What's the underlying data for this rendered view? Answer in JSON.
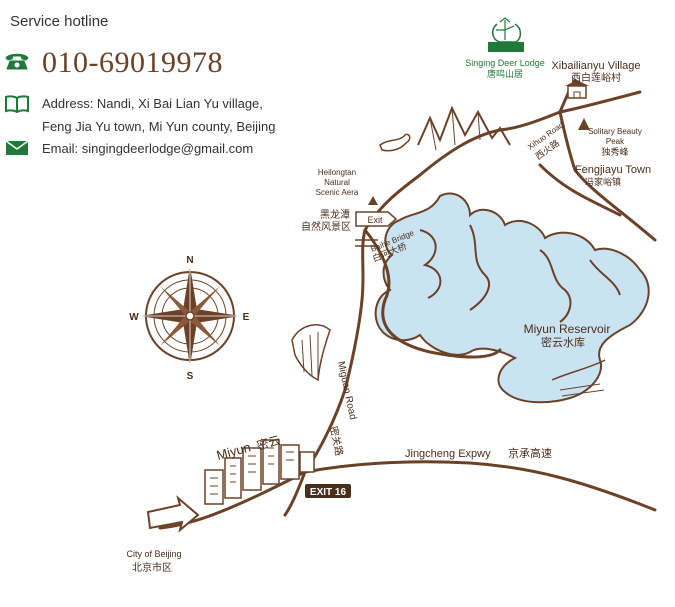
{
  "contact": {
    "hotline_title": "Service hotline",
    "phone": "010-69019978",
    "address_line1": "Address: Nandi, Xi Bai Lian Yu village,",
    "address_line2": "Feng Jia Yu town, Mi Yun county, Beijing",
    "email": "Email:   singingdeerlodge@gmail.com",
    "icons": {
      "phone": "telephone-icon",
      "address": "book-icon",
      "email": "envelope-icon"
    },
    "colors": {
      "icon": "#1f7a3a",
      "phone_text": "#6b4228"
    }
  },
  "map": {
    "colors": {
      "road": "#6b4228",
      "water": "#c9e3f2",
      "text": "#6b4228"
    },
    "compass": {
      "n": "N",
      "s": "S",
      "e": "E",
      "w": "W"
    },
    "labels": {
      "lodge_en": "Singing Deer Lodge",
      "lodge_zh": "唐鸣山居",
      "xibailianyu_en": "Xibailianyu Village",
      "xibailianyu_zh": "西白莲峪村",
      "xihuo_road_en": "Xihuo Road",
      "xihuo_road_zh": "西火路",
      "solitary_en_1": "Solitary Beauty",
      "solitary_en_2": "Peak",
      "solitary_zh": "独秀峰",
      "fengjiayu_en": "Fengjiayu Town",
      "fengjiayu_zh": "冯家峪镇",
      "heilongtan_en_1": "Heilongtan",
      "heilongtan_en_2": "Natural",
      "heilongtan_en_3": "Scenic Aera",
      "heilongtan_zh_1": "黑龙潭",
      "heilongtan_zh_2": "自然风景区",
      "baihe_en": "Baihe Bridge",
      "baihe_zh": "白河大桥",
      "exit_sign": "Exit",
      "reservoir_en": "Miyun Reservoir",
      "reservoir_zh": "密云水库",
      "miguan_en": "Miguan Road",
      "miguan_zh": "密关路",
      "miyun_en": "Miyun",
      "miyun_zh": "密云",
      "jingcheng_en": "Jingcheng Expwy",
      "jingcheng_zh": "京承高速",
      "exit16": "EXIT 16",
      "beijing_en": "City of Beijing",
      "beijing_zh": "北京市区"
    }
  }
}
